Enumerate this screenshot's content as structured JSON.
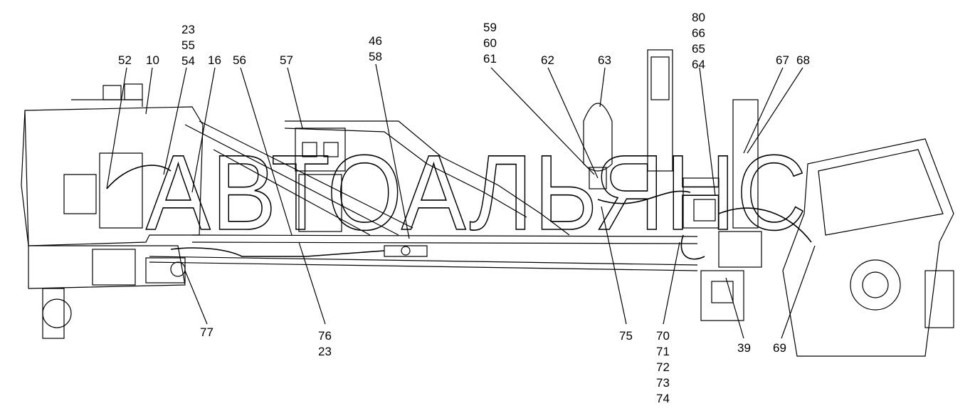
{
  "watermark": "АВТОАЛЬЯНС",
  "callouts": [
    {
      "id": "c52",
      "text": "52"
    },
    {
      "id": "c10",
      "text": "10"
    },
    {
      "id": "c23-55-54",
      "text": "23\n55\n54"
    },
    {
      "id": "c16",
      "text": "16"
    },
    {
      "id": "c56",
      "text": "56"
    },
    {
      "id": "c57",
      "text": "57"
    },
    {
      "id": "c46-58",
      "text": "46\n58"
    },
    {
      "id": "c59-60-61",
      "text": "59\n60\n61"
    },
    {
      "id": "c62",
      "text": "62"
    },
    {
      "id": "c63",
      "text": "63"
    },
    {
      "id": "c80-66-65-64",
      "text": "80\n66\n65\n64"
    },
    {
      "id": "c67",
      "text": "67"
    },
    {
      "id": "c68",
      "text": "68"
    },
    {
      "id": "c77",
      "text": "77"
    },
    {
      "id": "c76-23",
      "text": "76\n23"
    },
    {
      "id": "c75",
      "text": "75"
    },
    {
      "id": "c70-74",
      "text": "70\n71\n72\n73\n74"
    },
    {
      "id": "c39",
      "text": "39"
    },
    {
      "id": "c69",
      "text": "69"
    }
  ]
}
